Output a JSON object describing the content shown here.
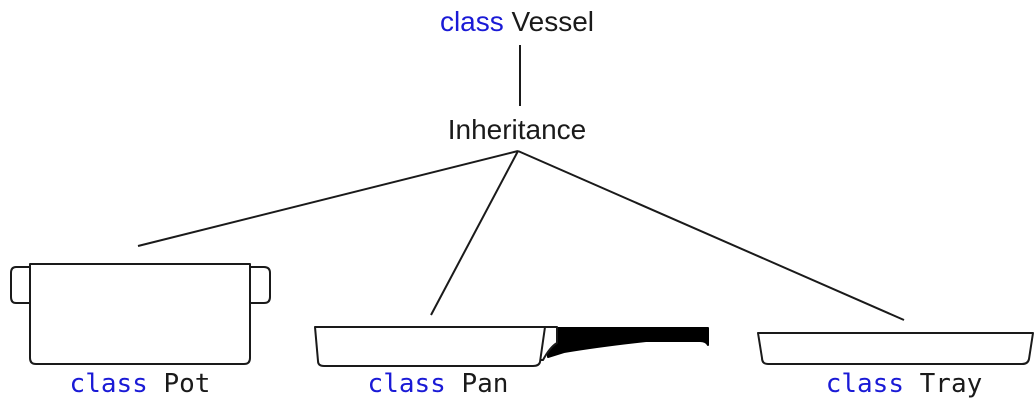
{
  "root": {
    "keyword": "class",
    "name": "Vessel"
  },
  "relation": {
    "label": "Inheritance"
  },
  "children": [
    {
      "keyword": "class",
      "name": "Pot",
      "icon": "pot-icon"
    },
    {
      "keyword": "class",
      "name": "Pan",
      "icon": "pan-icon"
    },
    {
      "keyword": "class",
      "name": "Tray",
      "icon": "tray-icon"
    }
  ],
  "colors": {
    "keyword": "#1a1ad6",
    "text": "#1a1a1a",
    "line": "#1a1a1a",
    "handle": "#000000"
  }
}
